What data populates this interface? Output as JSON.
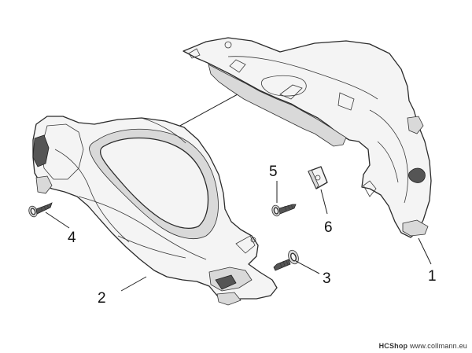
{
  "diagram": {
    "parts": [
      {
        "id": "part-1",
        "label": "1"
      },
      {
        "id": "part-2",
        "label": "2"
      },
      {
        "id": "part-3",
        "label": "3"
      },
      {
        "id": "part-4",
        "label": "4"
      },
      {
        "id": "part-5",
        "label": "5"
      },
      {
        "id": "part-6",
        "label": "6"
      }
    ]
  },
  "watermark": {
    "brand": "HCShop",
    "url": "www.collmann.eu"
  }
}
